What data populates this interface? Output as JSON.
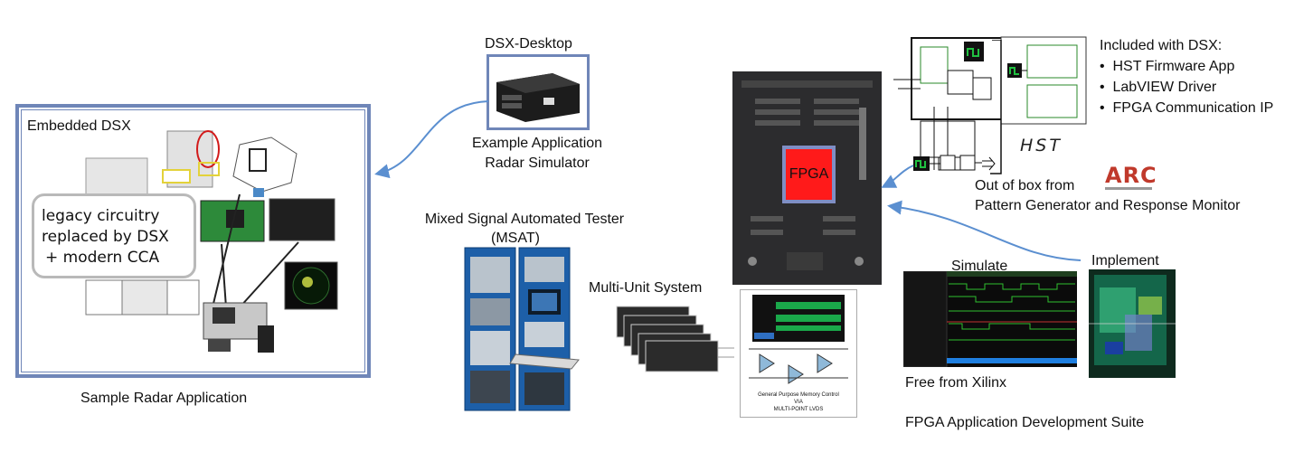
{
  "embedded": {
    "title": "Embedded DSX",
    "legacy_text": [
      "legacy circuitry",
      "replaced by DSX",
      "+ modern CCA"
    ],
    "caption": "Sample Radar Application"
  },
  "desktop": {
    "title": "DSX-Desktop",
    "caption_line1": "Example Application",
    "caption_line2": "Radar Simulator"
  },
  "msat": {
    "title_line1": "Mixed Signal Automated Tester",
    "title_line2": "(MSAT)"
  },
  "multi_unit": {
    "label": "Multi-Unit System"
  },
  "fpga": {
    "chip_label": "FPGA"
  },
  "included": {
    "heading": "Included with DSX:",
    "items": [
      "HST Firmware App",
      "LabVIEW Driver",
      "FPGA Communication IP"
    ]
  },
  "hst": {
    "label": "HST"
  },
  "arc": {
    "prefix": "Out of box from",
    "logo": "ARC",
    "line2": "Pattern Generator and Response Monitor"
  },
  "memory_diagram": {
    "line1": "General Purpose Memory Control",
    "line2": "VIA",
    "line3": "MULTI-POINT LVDS"
  },
  "suite": {
    "simulate": "Simulate",
    "implement": "Implement",
    "xilinx": "Free from Xilinx",
    "suite_name": "FPGA Application Development Suite"
  },
  "colors": {
    "frame_blue": "#6f86b8",
    "arrow_blue": "#5b8fd0",
    "fpga_red": "#ff1a1a",
    "arc_red": "#c0392b"
  }
}
